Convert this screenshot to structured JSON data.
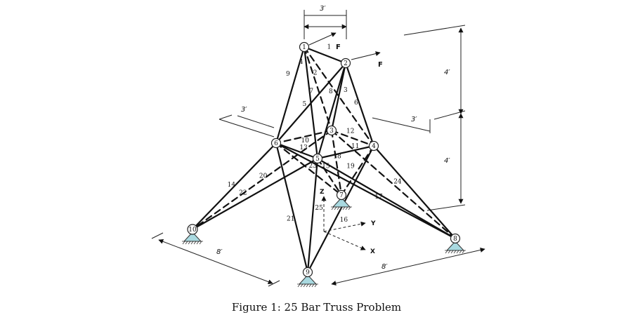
{
  "figure": {
    "caption": "Figure 1: 25 Bar Truss Problem"
  },
  "nodes": [
    {
      "id": "1",
      "label": "1"
    },
    {
      "id": "2",
      "label": "2"
    },
    {
      "id": "3",
      "label": "3"
    },
    {
      "id": "4",
      "label": "4"
    },
    {
      "id": "5",
      "label": "5"
    },
    {
      "id": "6",
      "label": "6"
    },
    {
      "id": "7",
      "label": "7"
    },
    {
      "id": "8",
      "label": "8"
    },
    {
      "id": "9",
      "label": "9"
    },
    {
      "id": "10",
      "label": "10"
    }
  ],
  "members": [
    {
      "label": "1",
      "from": "1",
      "to": "2",
      "style": "solid"
    },
    {
      "label": "2",
      "from": "1",
      "to": "4",
      "style": "dashed"
    },
    {
      "label": "3",
      "from": "2",
      "to": "3",
      "style": "solid"
    },
    {
      "label": "4",
      "from": "1",
      "to": "5",
      "style": "solid"
    },
    {
      "label": "5",
      "from": "2",
      "to": "6",
      "style": "solid"
    },
    {
      "label": "6",
      "from": "2",
      "to": "4",
      "style": "solid"
    },
    {
      "label": "7",
      "from": "1",
      "to": "3",
      "style": "dashed"
    },
    {
      "label": "8",
      "from": "2",
      "to": "5",
      "style": "solid"
    },
    {
      "label": "9",
      "from": "1",
      "to": "6",
      "style": "solid"
    },
    {
      "label": "10",
      "from": "3",
      "to": "6",
      "style": "dashed"
    },
    {
      "label": "11",
      "from": "4",
      "to": "5",
      "style": "solid"
    },
    {
      "label": "12",
      "from": "3",
      "to": "4",
      "style": "dashed"
    },
    {
      "label": "13",
      "from": "5",
      "to": "6",
      "style": "solid"
    },
    {
      "label": "14",
      "from": "6",
      "to": "10",
      "style": "solid"
    },
    {
      "label": "15",
      "from": "5",
      "to": "7",
      "style": "dashed"
    },
    {
      "label": "16",
      "from": "4",
      "to": "9",
      "style": "solid"
    },
    {
      "label": "17",
      "from": "6",
      "to": "8",
      "style": "solid"
    },
    {
      "label": "18",
      "from": "3",
      "to": "7",
      "style": "dashed"
    },
    {
      "label": "19",
      "from": "4",
      "to": "7",
      "style": "dashed"
    },
    {
      "label": "20",
      "from": "3",
      "to": "10",
      "style": "dashed"
    },
    {
      "label": "21",
      "from": "6",
      "to": "9",
      "style": "solid"
    },
    {
      "label": "22",
      "from": "5",
      "to": "10",
      "style": "solid"
    },
    {
      "label": "23",
      "from": "6",
      "to": "7",
      "style": "dashed"
    },
    {
      "label": "24",
      "from": "4",
      "to": "8",
      "style": "solid"
    },
    {
      "label": "25",
      "from": "5",
      "to": "9",
      "style": "solid"
    },
    {
      "label": "",
      "from": "5",
      "to": "8",
      "style": "solid"
    },
    {
      "label": "",
      "from": "3",
      "to": "8",
      "style": "dashed"
    }
  ],
  "loads": [
    {
      "node": "1",
      "label": "F"
    },
    {
      "node": "2",
      "label": "F"
    }
  ],
  "dimensions": {
    "top_width": "3′",
    "left_width": "3′",
    "right_width": "3′",
    "upper_height": "4′",
    "lower_height": "4′",
    "base_left": "8′",
    "base_right": "8′"
  },
  "axes": {
    "z": "Z",
    "y": "Y",
    "x": "X"
  }
}
